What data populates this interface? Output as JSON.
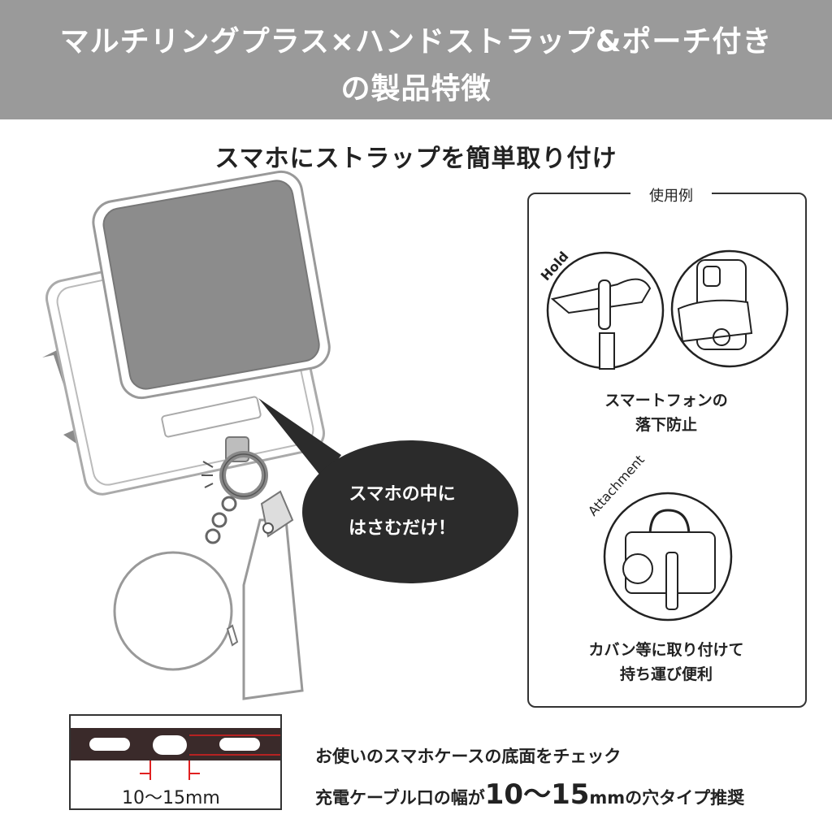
{
  "header": {
    "line1": "マルチリングプラス×ハンドストラップ&ポーチ付き",
    "line2": "の製品特徴"
  },
  "subtitle": "スマホにストラップを簡単取り付け",
  "bubble": {
    "line1": "スマホの中に",
    "line2": "はさむだけ！"
  },
  "usage_panel": {
    "title": "使用例",
    "hold_tag": "Hold",
    "hold_caption_1": "スマートフォンの",
    "hold_caption_2": "落下防止",
    "attach_tag": "Attachment",
    "attach_caption_1": "カバン等に取り付けて",
    "attach_caption_2": "持ち運び便利"
  },
  "check": {
    "line1": "お使いのスマホケースの底面をチェック",
    "line2_pre": "充電ケーブル口の幅が",
    "line2_big": "10〜15",
    "line2_unit": "mm",
    "line2_post": "の穴タイプ推奨",
    "measure_label": "10〜15mm"
  },
  "colors": {
    "banner": "#9a9a9a",
    "bubble": "#2b2b2b",
    "accent_red": "#e02020",
    "phone_screen": "#8c8c8c"
  }
}
